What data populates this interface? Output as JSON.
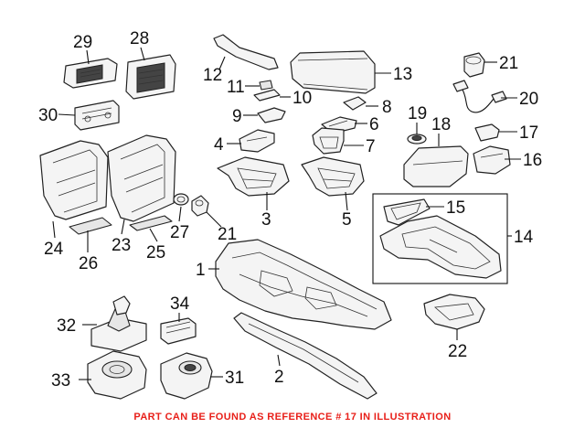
{
  "callouts": {
    "n1": "1",
    "n2": "2",
    "n3": "3",
    "n4": "4",
    "n5": "5",
    "n6": "6",
    "n7": "7",
    "n8": "8",
    "n9": "9",
    "n10": "10",
    "n11": "11",
    "n12": "12",
    "n13": "13",
    "n14": "14",
    "n15": "15",
    "n16": "16",
    "n17": "17",
    "n18": "18",
    "n19": "19",
    "n20": "20",
    "n21a": "21",
    "n21b": "21",
    "n22": "22",
    "n23": "23",
    "n24": "24",
    "n25": "25",
    "n26": "26",
    "n27": "27",
    "n28": "28",
    "n29": "29",
    "n30": "30",
    "n31": "31",
    "n32": "32",
    "n33": "33",
    "n34": "34"
  },
  "footer": {
    "text": "PART CAN BE FOUND AS REFERENCE # 17 IN ILLUSTRATION",
    "color": "#e8201a"
  },
  "colors": {
    "line": "#111111",
    "part_fill": "#f4f4f4",
    "background": "#ffffff"
  }
}
